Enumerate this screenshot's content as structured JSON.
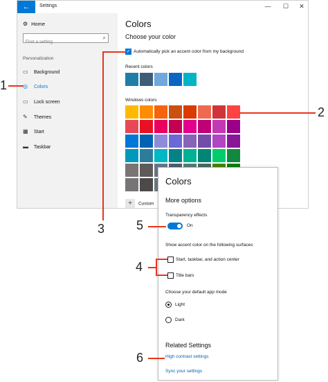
{
  "window": {
    "back_icon": "back-arrow-icon",
    "title": "Settings",
    "controls": {
      "minimize": "—",
      "maximize": "☐",
      "close": "✕"
    }
  },
  "sidebar": {
    "home": {
      "icon": "gear-icon",
      "glyph": "⚙",
      "label": "Home"
    },
    "search_placeholder": "Find a setting",
    "search_icon": "⌕",
    "section": "Personalization",
    "items": [
      {
        "icon": "background-icon",
        "glyph": "▭",
        "label": "Background"
      },
      {
        "icon": "colors-icon",
        "glyph": "◎",
        "label": "Colors"
      },
      {
        "icon": "lock-screen-icon",
        "glyph": "▭",
        "label": "Lock screen"
      },
      {
        "icon": "themes-icon",
        "glyph": "✎",
        "label": "Themes"
      },
      {
        "icon": "start-icon",
        "glyph": "▦",
        "label": "Start"
      },
      {
        "icon": "taskbar-icon",
        "glyph": "▬",
        "label": "Taskbar"
      }
    ],
    "active_index": 1
  },
  "main": {
    "title": "Colors",
    "choose_heading": "Choose your color",
    "auto_pick_label": "Automatically pick an accent color from my background",
    "auto_pick_checked": true,
    "recent_label": "Recent colors",
    "recent_colors": [
      "#1e7ea8",
      "#3e5e77",
      "#6fa8dc",
      "#0b66c3",
      "#00b4c5"
    ],
    "windows_label": "Windows colors",
    "windows_colors": [
      "#ffb900",
      "#ff8c00",
      "#f7630c",
      "#ca5010",
      "#da3b01",
      "#ef6950",
      "#d13438",
      "#ff4343",
      "#e74856",
      "#e81123",
      "#ea005e",
      "#c30052",
      "#e3008c",
      "#bf0077",
      "#c239b3",
      "#9a0089",
      "#0078d7",
      "#0063b1",
      "#8e8cd8",
      "#6b69d6",
      "#8764b8",
      "#744da9",
      "#b146c2",
      "#881798",
      "#0099bc",
      "#2d7d9a",
      "#00b7c3",
      "#038387",
      "#00b294",
      "#018574",
      "#00cc6a",
      "#10893e",
      "#7a7574",
      "#5d5a58",
      "#68768a",
      "#515c6b",
      "#567c73",
      "#486860",
      "#498205",
      "#107c10",
      "#767676",
      "#4c4a48",
      "#69797e",
      "#4a5459",
      "#647c64",
      "#525e54",
      "#847545",
      "#7e735f"
    ],
    "custom_label": "Custom"
  },
  "panel": {
    "title": "Colors",
    "more_options": "More options",
    "transparency_label": "Transparency effects",
    "transparency_state": "On",
    "show_accent_label": "Show accent color on the following surfaces",
    "surfaces": [
      {
        "label": "Start, taskbar, and action center",
        "checked": false
      },
      {
        "label": "Title bars",
        "checked": false
      }
    ],
    "app_mode_label": "Choose your default app mode",
    "modes": [
      {
        "label": "Light",
        "selected": true
      },
      {
        "label": "Dark",
        "selected": false
      }
    ],
    "related_heading": "Related Settings",
    "links": [
      "High contrast settings",
      "Sync your settings"
    ]
  },
  "callouts": [
    "1",
    "2",
    "3",
    "4",
    "5",
    "6"
  ],
  "accent_color": "#0078d7",
  "callout_color": "#e8341c"
}
